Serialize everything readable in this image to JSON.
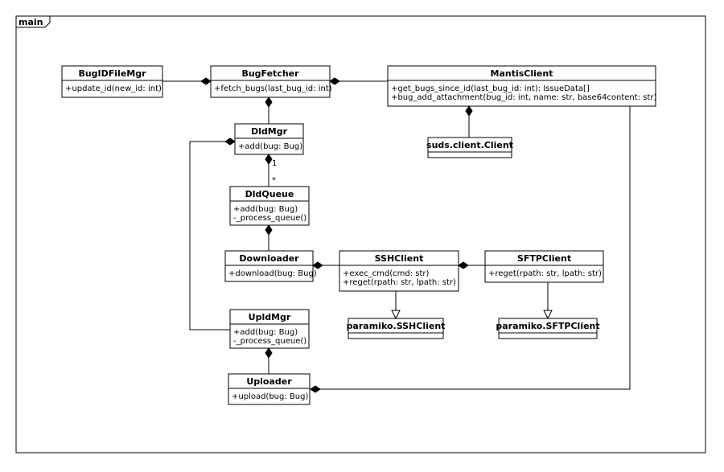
{
  "frame": {
    "label": "main"
  },
  "classes": {
    "bugidfilemgr": {
      "name": "BugIDFileMgr",
      "ops": [
        "+update_id(new_id: int)"
      ]
    },
    "bugfetcher": {
      "name": "BugFetcher",
      "ops": [
        "+fetch_bugs(last_bug_id: int)"
      ]
    },
    "mantisclient": {
      "name": "MantisClient",
      "ops": [
        "+get_bugs_since_id(last_bug_id: int): IssueData[]",
        "+bug_add_attachment(bug_id: int, name: str, base64content: str)"
      ]
    },
    "sudsclient": {
      "name": "suds.client.Client",
      "ops": []
    },
    "dldmgr": {
      "name": "DldMgr",
      "ops": [
        "+add(bug: Bug)"
      ]
    },
    "dldqueue": {
      "name": "DldQueue",
      "ops": [
        "+add(bug: Bug)",
        "-_process_queue()"
      ]
    },
    "downloader": {
      "name": "Downloader",
      "ops": [
        "+download(bug: Bug)"
      ]
    },
    "sshclient": {
      "name": "SSHClient",
      "ops": [
        "+exec_cmd(cmd: str)",
        "+reget(rpath: str, lpath: str)"
      ]
    },
    "sftpclient": {
      "name": "SFTPClient",
      "ops": [
        "+reget(rpath: str, lpath: str)"
      ]
    },
    "paramikossh": {
      "name": "paramiko.SSHClient",
      "ops": []
    },
    "paramikosftp": {
      "name": "paramiko.SFTPClient",
      "ops": []
    },
    "upldmgr": {
      "name": "UpldMgr",
      "ops": [
        "+add(bug: Bug)",
        "-_process_queue()"
      ]
    },
    "uploader": {
      "name": "Uploader",
      "ops": [
        "+upload(bug: Bug)"
      ]
    }
  },
  "multiplicities": {
    "dld_one": "1",
    "dld_many": "*"
  }
}
